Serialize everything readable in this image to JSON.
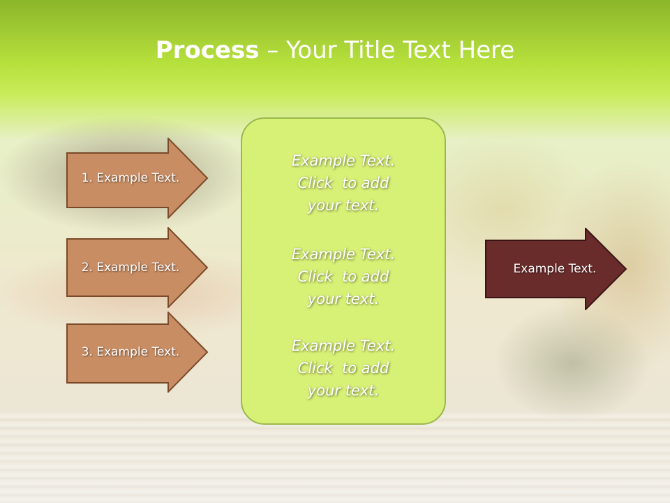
{
  "title": {
    "bold": "Process",
    "rest": " – Your Title Text Here"
  },
  "left_steps": [
    {
      "label": "1. Example Text."
    },
    {
      "label": "2. Example Text."
    },
    {
      "label": "3. Example Text."
    }
  ],
  "center_entries": [
    {
      "line1": "Example Text.",
      "line2": "Click  to add",
      "line3": "your text."
    },
    {
      "line1": "Example Text.",
      "line2": "Click  to add",
      "line3": "your text."
    },
    {
      "line1": "Example Text.",
      "line2": "Click  to add",
      "line3": "your text."
    }
  ],
  "right_step": {
    "label": "Example Text."
  },
  "colors": {
    "left_arrow_fill": "#c88d63",
    "left_arrow_border": "#7a4a2a",
    "right_arrow_fill": "#6a2b2b",
    "right_arrow_border": "#3a1414",
    "center_box_fill": "#d7f176",
    "header_green": "#b6e03c"
  }
}
